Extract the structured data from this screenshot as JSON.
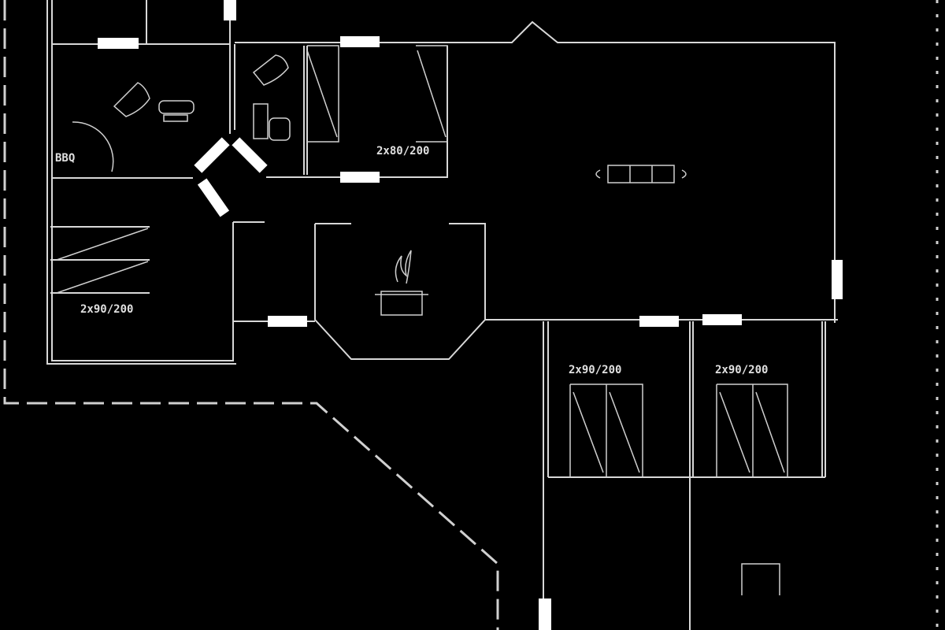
{
  "plan": {
    "labels": {
      "bedroom_top": "2x80/200",
      "bedroom_left": "2x90/200",
      "bedroom_right_a": "2x90/200",
      "bedroom_right_b": "2x90/200",
      "bbq": "BBQ"
    },
    "colors": {
      "background": "#000000",
      "lines": "#d8d8d8",
      "openings": "#ffffff"
    }
  }
}
